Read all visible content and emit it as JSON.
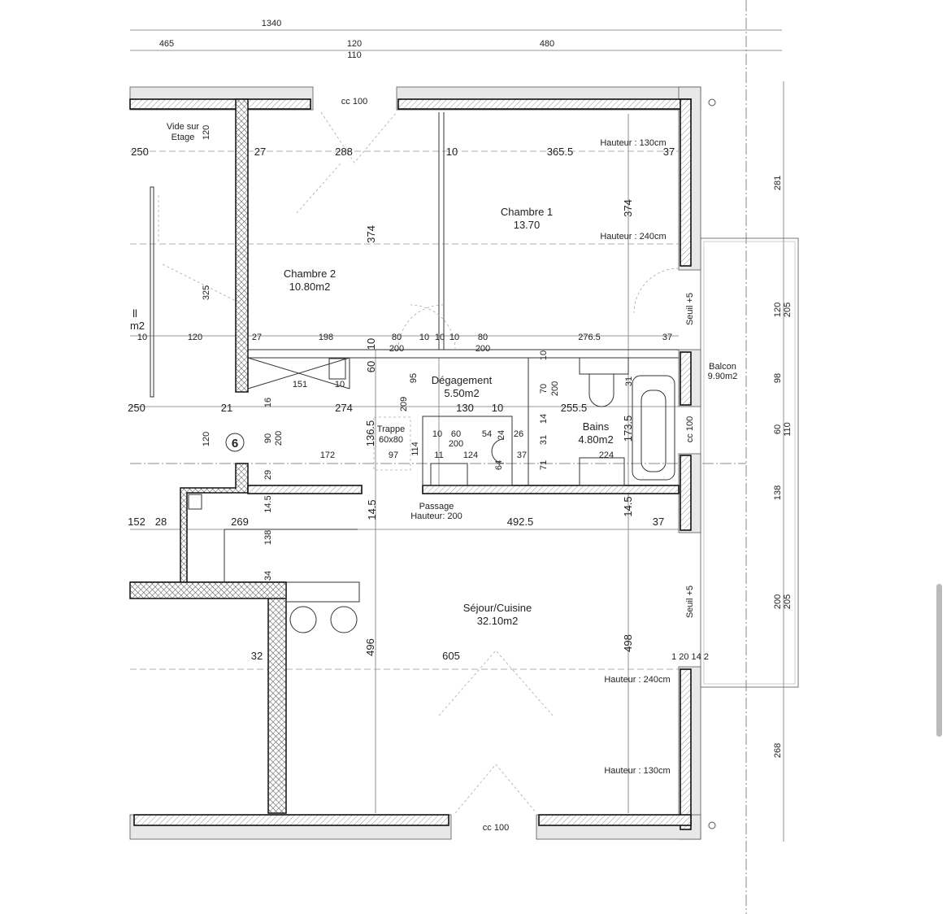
{
  "rooms": {
    "chambre1": {
      "name": "Chambre 1",
      "area": "13.70"
    },
    "chambre2": {
      "name": "Chambre 2",
      "area": "10.80m2"
    },
    "degagement": {
      "name": "Dégagement",
      "area": "5.50m2"
    },
    "bains": {
      "name": "Bains",
      "area": "4.80m2"
    },
    "sejour": {
      "name": "Séjour/Cuisine",
      "area": "32.10m2"
    },
    "balcon": {
      "name": "Balcon",
      "area": "9.90m2"
    },
    "vide": {
      "line1": "Vide sur",
      "line2": "Etage"
    },
    "hall": {
      "line1": "ll",
      "line2": "m2"
    },
    "trappe": {
      "line1": "Trappe",
      "line2": "60x80"
    },
    "passage": {
      "line1": "Passage",
      "line2": "Hauteur: 200"
    },
    "stair_marker": "6"
  },
  "notes": {
    "h130_top": "Hauteur : 130cm",
    "h240_top": "Hauteur : 240cm",
    "h240_bottom": "Hauteur : 240cm",
    "h130_bottom": "Hauteur : 130cm",
    "window_top": "cc 100",
    "window_bottom": "cc 100",
    "window_bath": "cc 100",
    "seuil1": "Seuil +5",
    "seuil2": "Seuil +5"
  },
  "dims": [
    "1340",
    "465",
    "120",
    "110",
    "480",
    "120",
    "250",
    "27",
    "288",
    "10",
    "365.5",
    "37",
    "374",
    "374",
    "325",
    "10",
    "120",
    "27",
    "198",
    "10",
    "80",
    "200",
    "10",
    "10",
    "10",
    "80",
    "200",
    "276.5",
    "37",
    "10",
    "60",
    "151",
    "10",
    "95",
    "70",
    "200",
    "31",
    "250",
    "21",
    "16",
    "274",
    "209",
    "130",
    "10",
    "255.5",
    "173.5",
    "136.5",
    "10",
    "60",
    "54",
    "24",
    "26",
    "14",
    "31",
    "120",
    "90",
    "200",
    "200",
    "11",
    "124",
    "37",
    "172",
    "97",
    "114",
    "224",
    "64",
    "71",
    "29",
    "14.5",
    "14.5",
    "14.5",
    "152",
    "28",
    "269",
    "492.5",
    "37",
    "138",
    "34",
    "496",
    "498",
    "32",
    "605",
    "1 20 14 2",
    "281",
    "120",
    "205",
    "98",
    "60",
    "110",
    "138",
    "200",
    "205",
    "268"
  ]
}
